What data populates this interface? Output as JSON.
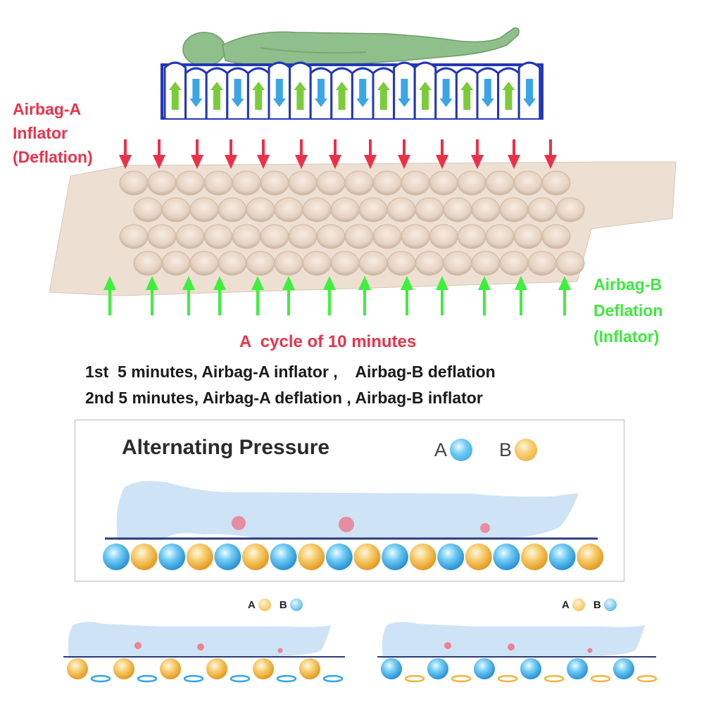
{
  "labels": {
    "airbag_a": [
      "Airbag-A",
      "Inflator",
      "(Deflation)"
    ],
    "airbag_b": [
      "Airbag-B",
      "Deflation",
      "(Inflator)"
    ]
  },
  "cycle": {
    "title": "A  cycle of 10 minutes",
    "line1": "1st  5 minutes, Airbag-A inflator ,    Airbag-B deflation",
    "line2": "2nd 5 minutes, Airbag-A deflation , Airbag-B inflator"
  },
  "alternating_panel": {
    "title": "Alternating Pressure",
    "legend": [
      {
        "letter": "A",
        "color": "blue"
      },
      {
        "letter": "B",
        "color": "orange"
      }
    ]
  },
  "small_panels": [
    {
      "legend": [
        {
          "letter": "A",
          "color": "orange"
        },
        {
          "letter": "B",
          "color": "blue"
        }
      ]
    },
    {
      "legend": [
        {
          "letter": "A",
          "color": "orange"
        },
        {
          "letter": "B",
          "color": "blue"
        }
      ]
    }
  ],
  "colors": {
    "red_arrow": "#ee2f48",
    "green_arrow": "#3ef03e",
    "blue_cell": "#2fa6e6",
    "orange_cell": "#f3b33a",
    "mattress": "#ead8c8",
    "body_silhouette": "#cfe3f6",
    "top_figure": "#8fbf8a",
    "top_frame": "#2237b8"
  }
}
